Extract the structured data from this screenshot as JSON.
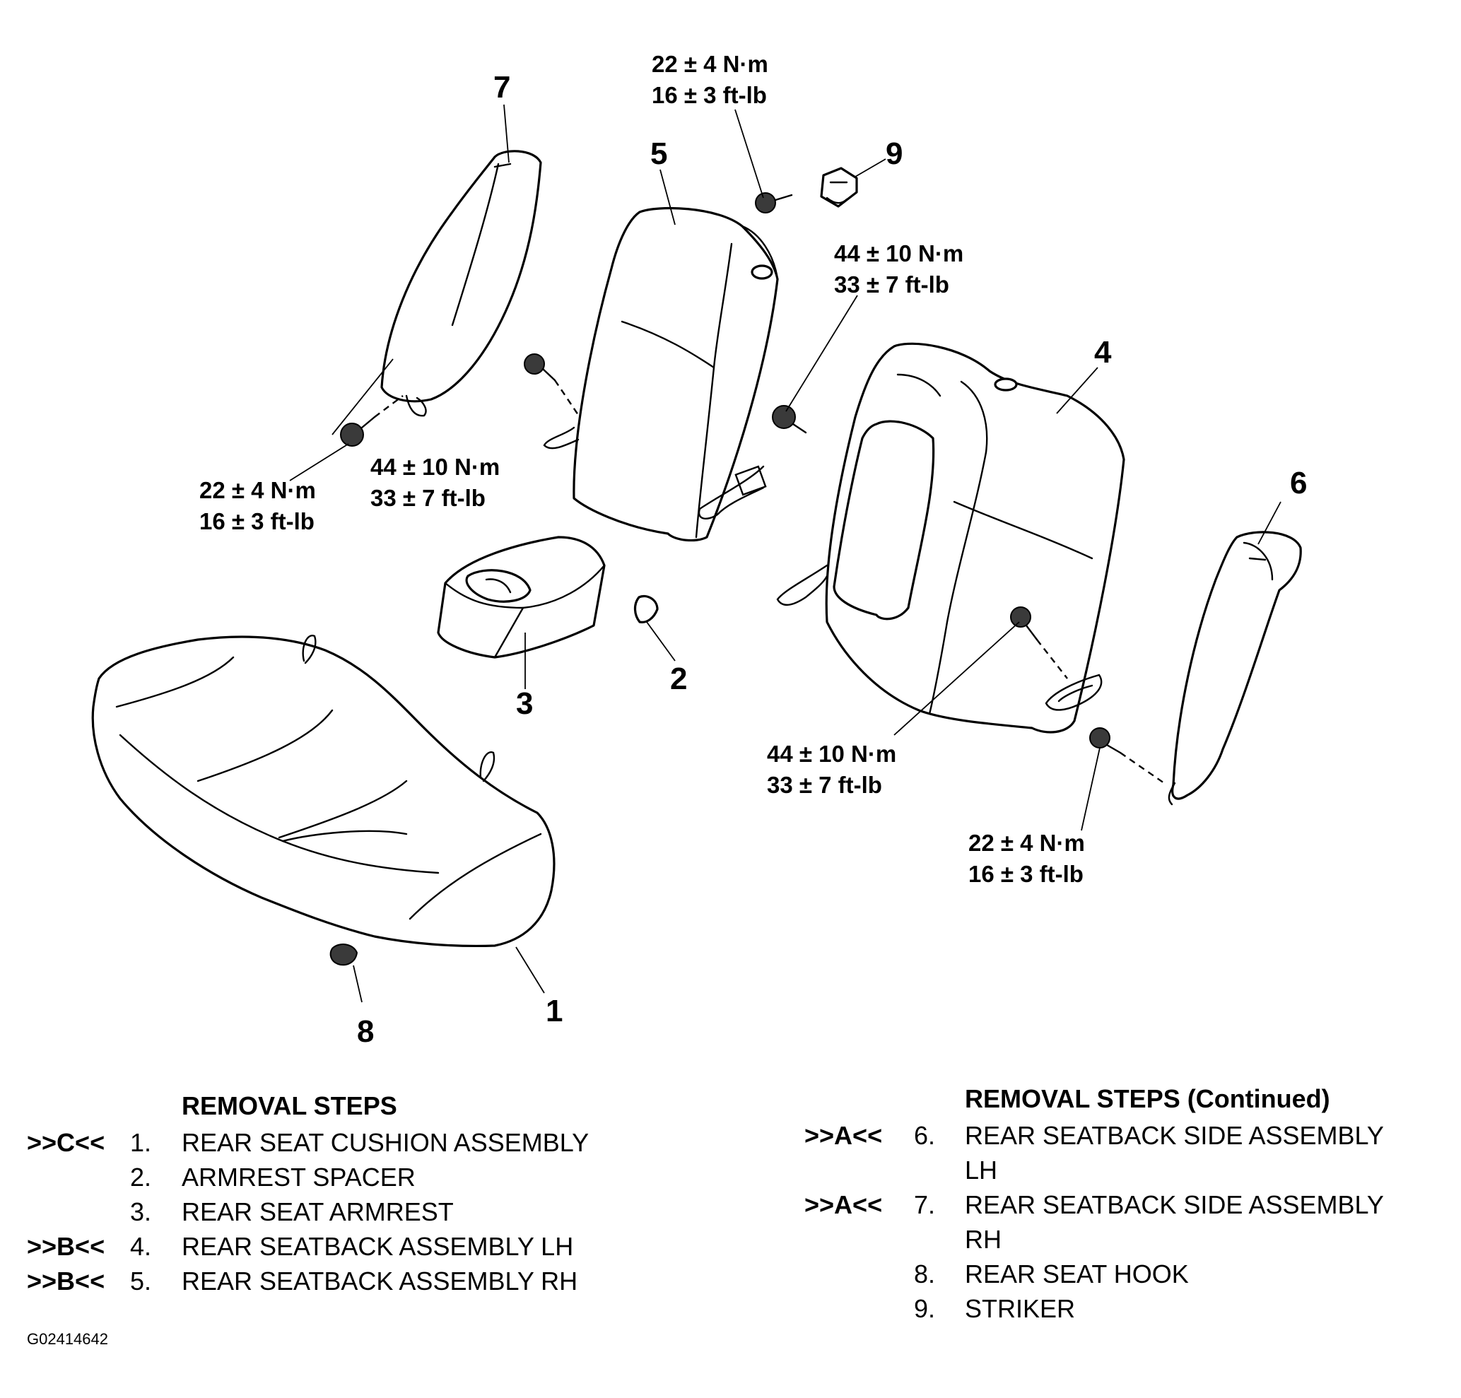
{
  "callouts": {
    "c1": "1",
    "c2": "2",
    "c3": "3",
    "c4": "4",
    "c5": "5",
    "c6": "6",
    "c7": "7",
    "c8": "8",
    "c9": "9"
  },
  "torques": {
    "t_top": [
      "22 ± 4 N·m",
      "16 ± 3 ft-lb"
    ],
    "t_right_upper": [
      "44 ± 10 N·m",
      "33 ± 7 ft-lb"
    ],
    "t_left_lower": [
      "22 ± 4 N·m",
      "16 ± 3 ft-lb"
    ],
    "t_center": [
      "44 ± 10 N·m",
      "33 ± 7 ft-lb"
    ],
    "t_right_lower": [
      "44 ± 10 N·m",
      "33 ± 7 ft-lb"
    ],
    "t_far_right": [
      "22 ± 4 N·m",
      "16 ± 3 ft-lb"
    ]
  },
  "removal_left": {
    "heading": "REMOVAL STEPS",
    "items": [
      {
        "code": ">>C<<",
        "num": "1.",
        "text": "REAR SEAT CUSHION ASSEMBLY"
      },
      {
        "code": "",
        "num": "2.",
        "text": "ARMREST SPACER"
      },
      {
        "code": "",
        "num": "3.",
        "text": "REAR SEAT ARMREST"
      },
      {
        "code": ">>B<<",
        "num": "4.",
        "text": "REAR SEATBACK ASSEMBLY LH"
      },
      {
        "code": ">>B<<",
        "num": "5.",
        "text": "REAR SEATBACK ASSEMBLY RH"
      }
    ]
  },
  "removal_right": {
    "heading": "REMOVAL STEPS (Continued)",
    "items": [
      {
        "code": ">>A<<",
        "num": "6.",
        "text": "REAR SEATBACK SIDE ASSEMBLY",
        "text2": "LH"
      },
      {
        "code": ">>A<<",
        "num": "7.",
        "text": "REAR SEATBACK SIDE ASSEMBLY",
        "text2": "RH"
      },
      {
        "code": "",
        "num": "8.",
        "text": "REAR SEAT HOOK"
      },
      {
        "code": "",
        "num": "9.",
        "text": "STRIKER"
      }
    ]
  },
  "figure_id": "G02414642"
}
